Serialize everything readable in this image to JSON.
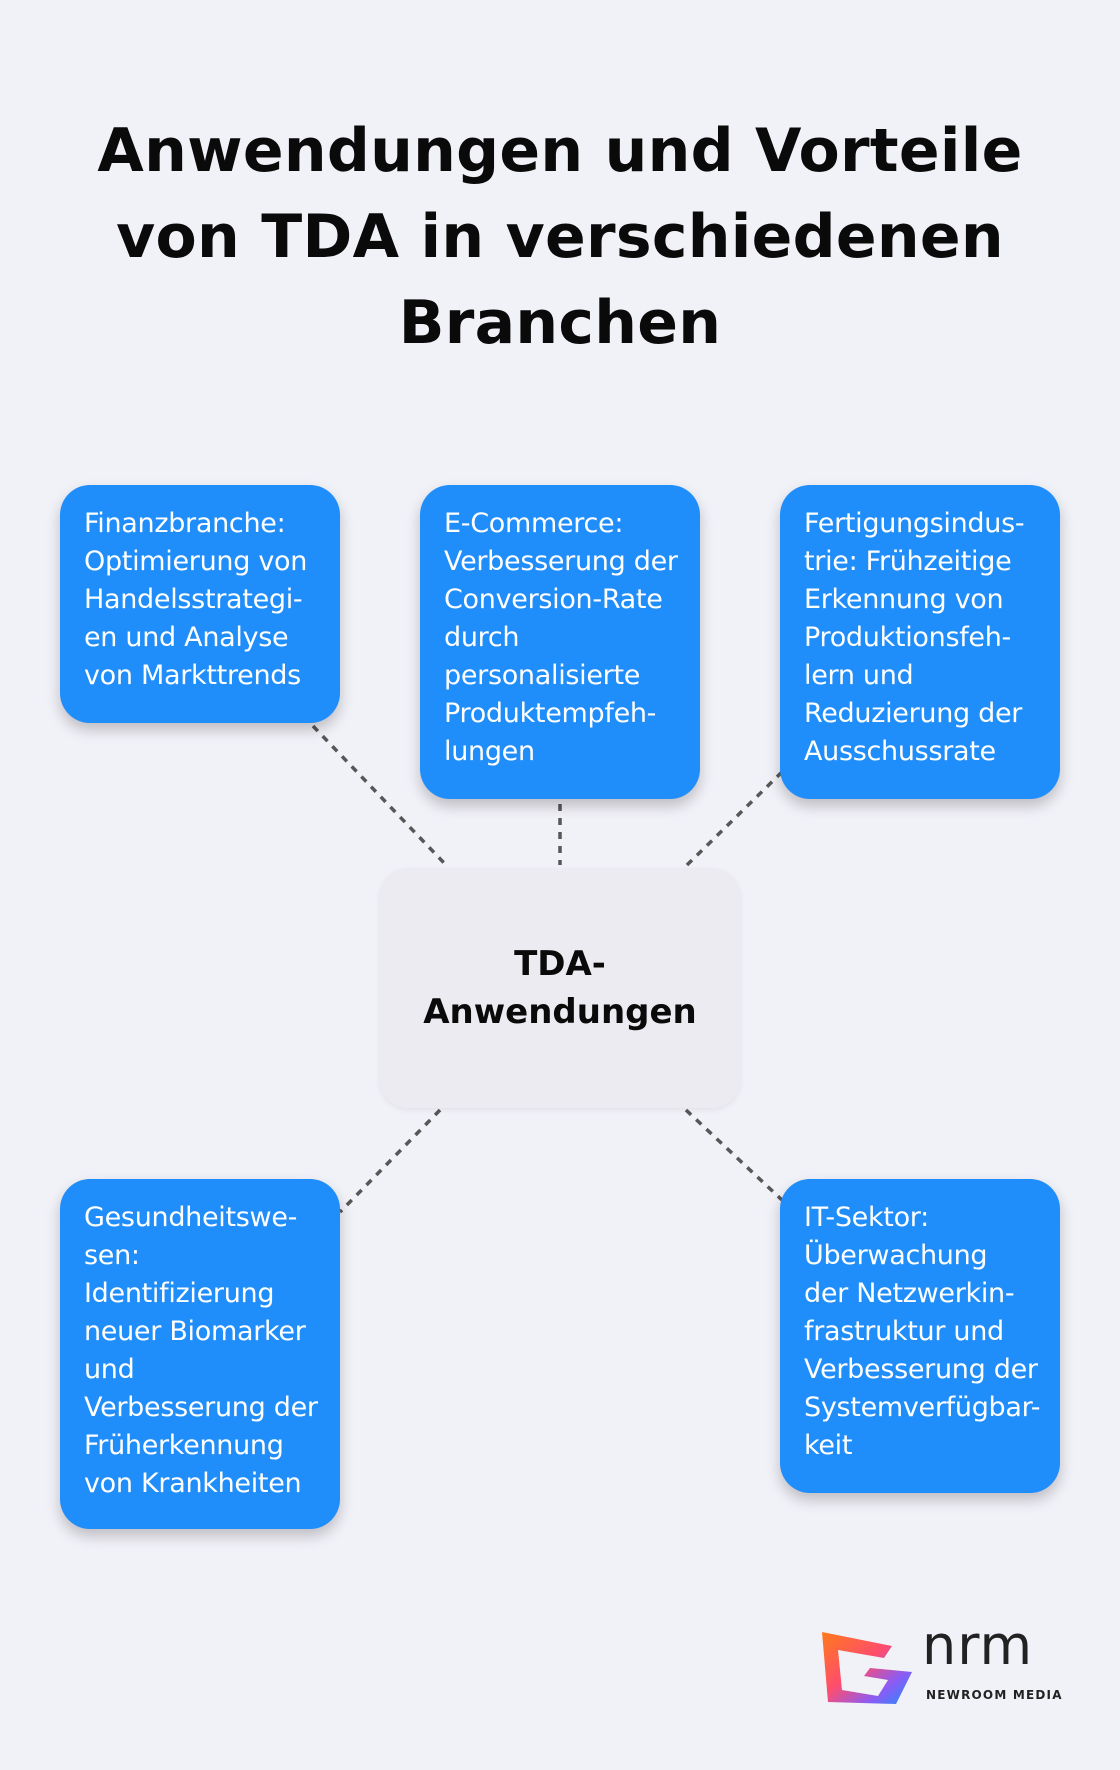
{
  "title": "Anwendungen und Vorteile\nvon TDA in verschiedenen\nBranchen",
  "center": {
    "label": "TDA-\nAnwendungen",
    "color": "#ebebf1"
  },
  "branches": [
    {
      "text": "Finanzbranche:\nOptimierung von\nHandelsstrategi-\nen und Analyse\nvon Markttrends"
    },
    {
      "text": "E-Commerce:\nVerbesserung der\nConversion-Rate\ndurch\npersonalisierte\nProduktempfeh-\nlungen"
    },
    {
      "text": "Fertigungsindus-\ntrie: Frühzeitige\nErkennung von\nProduktionsfeh-\nlern und\nReduzierung der\nAusschussrate"
    },
    {
      "text": "Gesundheitswe-\nsen:\nIdentifizierung\nneuer Biomarker\nund\nVerbesserung der\nFrüherkennung\nvon Krankheiten"
    },
    {
      "text": "IT-Sektor:\nÜberwachung\nder Netzwerkin-\nfrastruktur und\nVerbesserung der\nSystemverfügbar-\nkeit"
    }
  ],
  "colors": {
    "background": "#f1f1f8",
    "card": "#1f8dfa",
    "connector": "#575757"
  },
  "logo": {
    "wordmark": "nrm",
    "subtitle": "NEWROOM MEDIA"
  }
}
